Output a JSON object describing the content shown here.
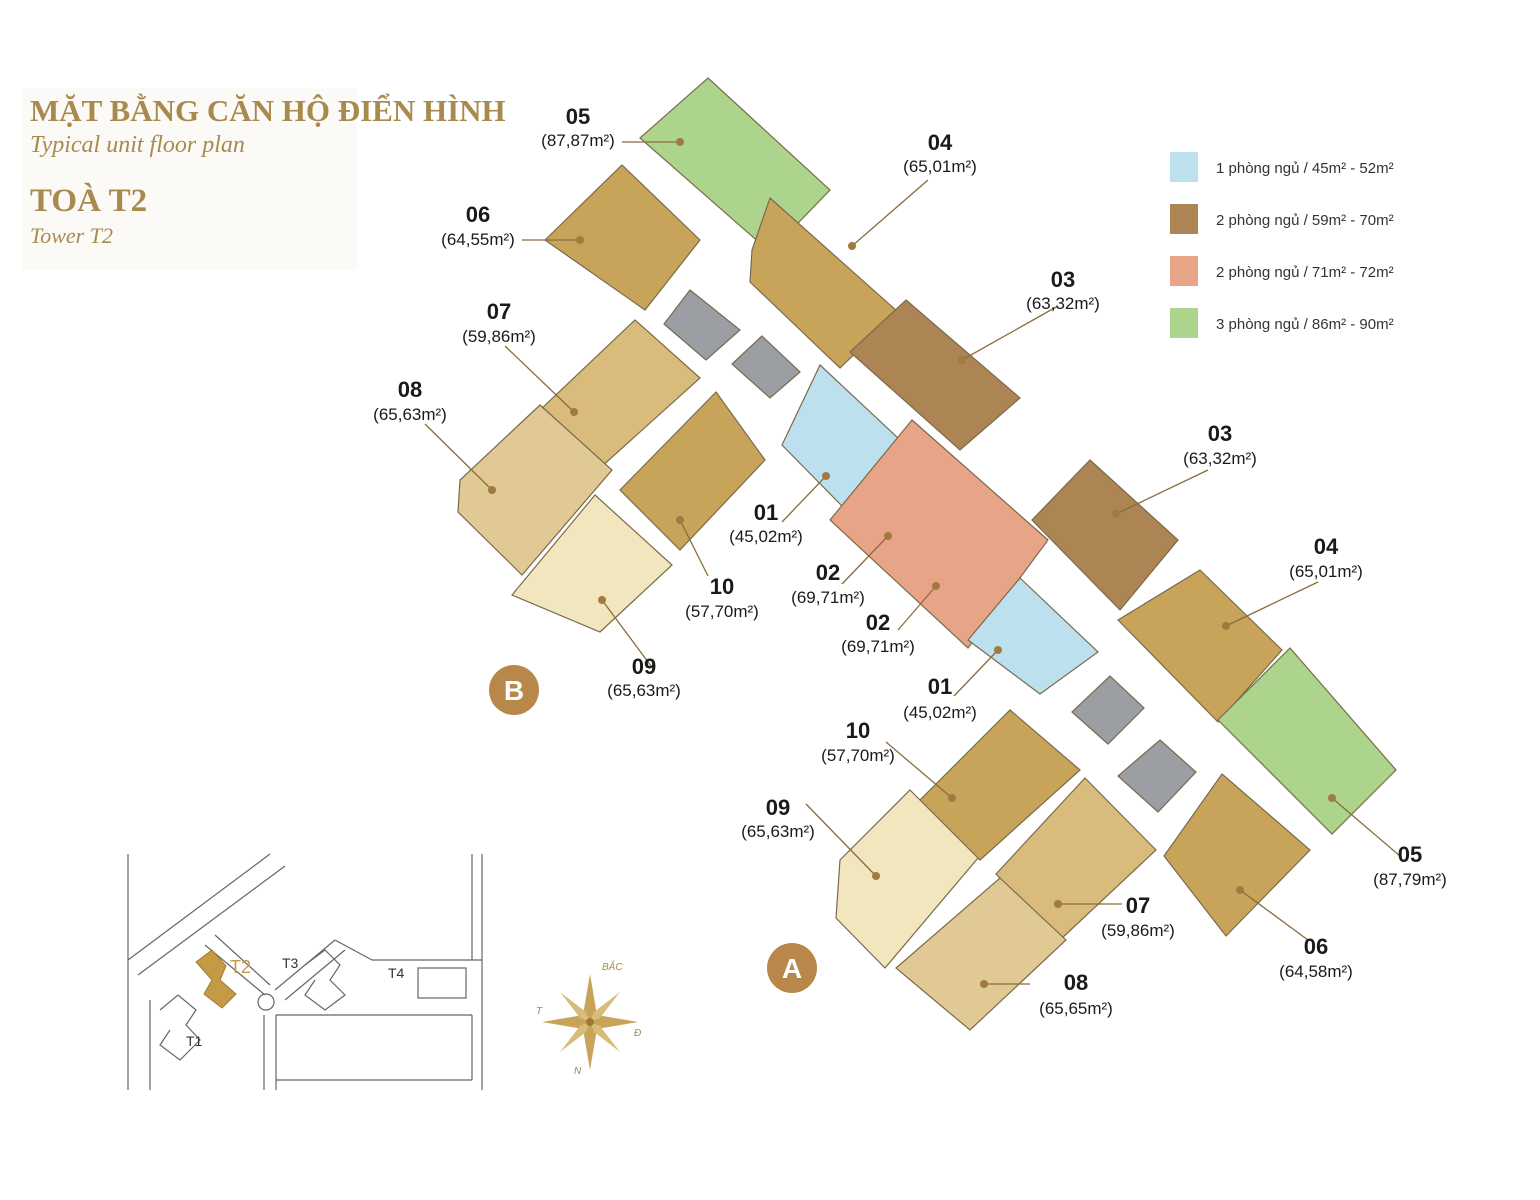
{
  "header": {
    "title": "MẶT BẰNG CĂN HỘ ĐIỂN HÌNH",
    "subtitle": "Typical unit floor plan",
    "tower": "TOÀ T2",
    "tower_en": "Tower T2"
  },
  "colors": {
    "one_bed": "#bde0ef",
    "two_bed_small": "#ad8454",
    "two_bed_large": "#e8a487",
    "three_bed": "#acd48c",
    "accent": "#a98a4e",
    "wing_badge": "#b8874a"
  },
  "legend": [
    {
      "label": "1 phòng ngủ / 45m² - 52m²",
      "color": "#bde0ef"
    },
    {
      "label": "2 phòng ngủ / 59m² - 70m²",
      "color": "#ad8454"
    },
    {
      "label": "2 phòng ngủ / 71m² - 72m²",
      "color": "#e8a487"
    },
    {
      "label": "3 phòng ngủ / 86m² - 90m²",
      "color": "#acd48c"
    }
  ],
  "units": [
    {
      "id": "B-05",
      "number": "05",
      "area": "(87,87m²)"
    },
    {
      "id": "A-04-top",
      "number": "04",
      "area": "(65,01m²)"
    },
    {
      "id": "B-06",
      "number": "06",
      "area": "(64,55m²)"
    },
    {
      "id": "A-03-top",
      "number": "03",
      "area": "(63,32m²)"
    },
    {
      "id": "B-07",
      "number": "07",
      "area": "(59,86m²)"
    },
    {
      "id": "B-08",
      "number": "08",
      "area": "(65,63m²)"
    },
    {
      "id": "A-03-mid",
      "number": "03",
      "area": "(63,32m²)"
    },
    {
      "id": "B-01",
      "number": "01",
      "area": "(45,02m²)"
    },
    {
      "id": "A-04-mid",
      "number": "04",
      "area": "(65,01m²)"
    },
    {
      "id": "B-10",
      "number": "10",
      "area": "(57,70m²)"
    },
    {
      "id": "B-02",
      "number": "02",
      "area": "(69,71m²)"
    },
    {
      "id": "A-02",
      "number": "02",
      "area": "(69,71m²)"
    },
    {
      "id": "B-09",
      "number": "09",
      "area": "(65,63m²)"
    },
    {
      "id": "A-01",
      "number": "01",
      "area": "(45,02m²)"
    },
    {
      "id": "A-10",
      "number": "10",
      "area": "(57,70m²)"
    },
    {
      "id": "A-09",
      "number": "09",
      "area": "(65,63m²)"
    },
    {
      "id": "A-05",
      "number": "05",
      "area": "(87,79m²)"
    },
    {
      "id": "A-07",
      "number": "07",
      "area": "(59,86m²)"
    },
    {
      "id": "A-06",
      "number": "06",
      "area": "(64,58m²)"
    },
    {
      "id": "A-08",
      "number": "08",
      "area": "(65,65m²)"
    }
  ],
  "wings": {
    "a": "A",
    "b": "B"
  },
  "site": {
    "t1": "T1",
    "t2": "T2",
    "t3": "T3",
    "t4": "T4"
  },
  "compass": {
    "north": "BẮC",
    "east": "Đ",
    "west": "T",
    "south": "N"
  }
}
